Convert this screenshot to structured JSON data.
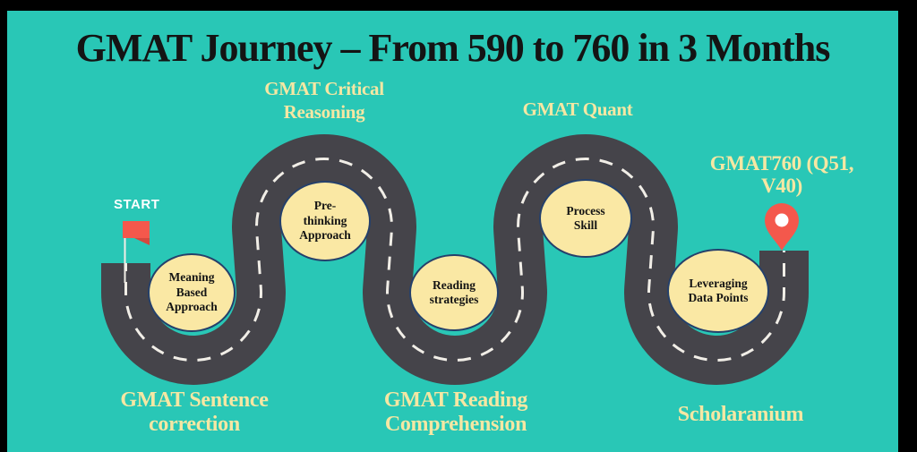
{
  "title": "GMAT Journey – From 590 to 760 in 3 Months",
  "colors": {
    "frame": "#000000",
    "background": "#29C7B6",
    "road": "#45444A",
    "road_dash": "#F1EEE7",
    "milestone_fill": "#FAE8A4",
    "milestone_border": "#25406B",
    "label_yellow": "#F5E7A3",
    "accent_red": "#F4584C",
    "accent_red_dark": "#D4483E",
    "text_dark": "#141414",
    "start_text": "#FFFFFF"
  },
  "start": {
    "label": "START"
  },
  "destination": {
    "label": "GMAT760 (Q51,\nV40)"
  },
  "phase_labels": [
    {
      "text": "GMAT Critical\nReasoning"
    },
    {
      "text": "GMAT Quant"
    },
    {
      "text": "GMAT Sentence\ncorrection"
    },
    {
      "text": "GMAT Reading\nComprehension"
    },
    {
      "text": "Scholaranium"
    }
  ],
  "milestones": [
    {
      "text": "Meaning\nBased\nApproach"
    },
    {
      "text": "Pre-\nthinking\nApproach"
    },
    {
      "text": "Reading\nstrategies"
    },
    {
      "text": "Process\nSkill"
    },
    {
      "text": "Leveraging\nData Points"
    }
  ]
}
